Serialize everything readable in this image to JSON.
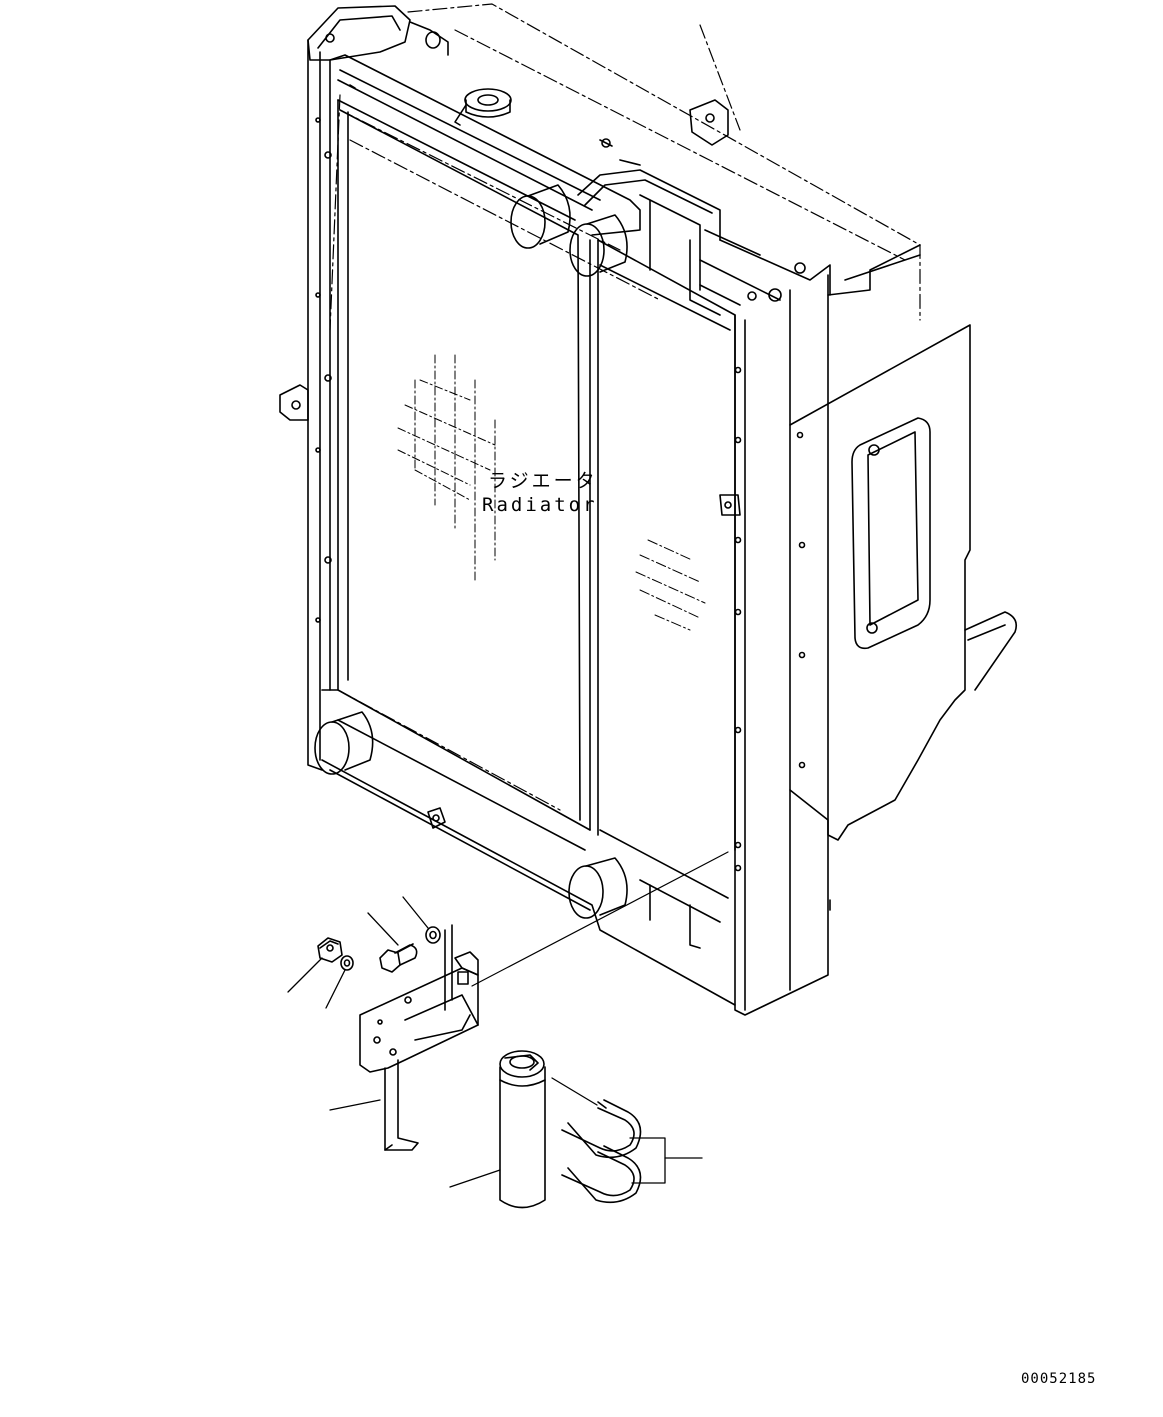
{
  "labels": {
    "component_jp": "ラジエータ",
    "component_en": "Radiator",
    "drawing_number": "00052185"
  },
  "colors": {
    "line": "#000000",
    "background": "#ffffff"
  }
}
